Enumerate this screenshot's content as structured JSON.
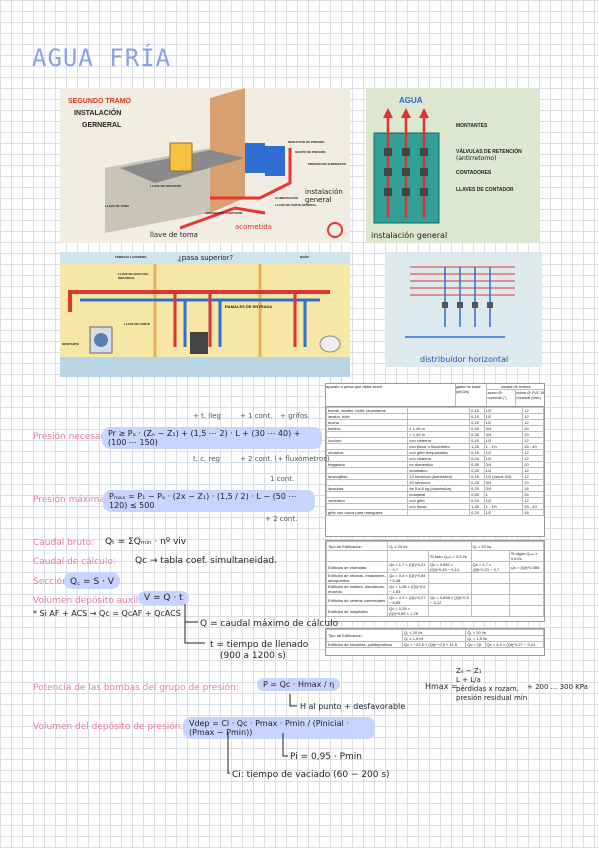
{
  "title": "AGUA FRÍA",
  "diagram1": {
    "heading": [
      "SEGUNDO TRAMO",
      "INSTALACIÓN",
      "GERNERAL"
    ],
    "labels": [
      "REDUCTOR DE PRESIÓN",
      "GRUPO DE PRESIÓN",
      "PRESIÓN DE SUMINISTRO",
      "ALIMENTACIÓN",
      "LLAVE DE CORTE GENERAL",
      "ARMARIO DE CONTADOR",
      "LLAVE DE REGISTRO",
      "LLAVE DE TOMA"
    ],
    "notes": [
      "instalación general",
      "acometida",
      "llave de toma"
    ]
  },
  "diagram2": {
    "heading": "AGUA",
    "labels": [
      "MONTANTES",
      "VÁLVULAS DE RETENCIÓN",
      "(antirretorno)",
      "CONTADORES",
      "LLAVES DE CONTADOR"
    ],
    "note": "instalación general"
  },
  "diagram3": {
    "labels": [
      "TERRAZA LAVADERO",
      "BAÑO",
      "RAMALES DE ENTRADA",
      "LLAVE DE PASO DEL INDIVIDUAL",
      "LLAVE DE CORTE",
      "MONTANTE"
    ],
    "note": "¿pasa superior?"
  },
  "diagram4": {
    "note": "distribuidor horizontal"
  },
  "table_main": {
    "header": [
      "",
      "",
      "gasto de base (dm3/s)",
      "caudal de enlace",
      "acero Ø nominal (\")",
      "cobre Ø PVC Ø nominal (mm)"
    ],
    "rows": [
      [
        "aparato o pieza que debe servir",
        "",
        "",
        "",
        ""
      ],
      [
        "fuente, lavabo, bidet, lavamanos",
        "",
        "0,10",
        "1/2",
        "12"
      ],
      [
        "lavabo, bidé",
        "",
        "0,10",
        "1/2",
        "12"
      ],
      [
        "ducha",
        "",
        "0,20",
        "1/2",
        "12"
      ],
      [
        "bañera",
        "≤ 1,40 m",
        "0,30",
        "3/4",
        "20"
      ],
      [
        "",
        "> 1,40 m",
        "0,30",
        "3/4",
        "20"
      ],
      [
        "inodoro",
        "con cisterna",
        "0,10",
        "1/2",
        "12"
      ],
      [
        "",
        "con fluxor o fluxómetro",
        "1,25",
        "1 - 1¼",
        "25 - 40"
      ],
      [
        "urinarios",
        "con grifo temporizado",
        "0,15",
        "1/2",
        "12"
      ],
      [
        "",
        "con cisterna",
        "0,04",
        "1/2",
        "12"
      ],
      [
        "fregadero",
        "no doméstico",
        "0,30",
        "3/4",
        "20"
      ],
      [
        "",
        "doméstico",
        "0,20",
        "1/2",
        "12"
      ],
      [
        "lavavajillas",
        "12 servicios (doméstico)",
        "0,15",
        "1/2 (rosca 3/4)",
        "12"
      ],
      [
        "",
        "20 servicios",
        "0,25",
        "3/4",
        "20"
      ],
      [
        "lavadora",
        "de 5 a 8 kg (doméstica)",
        "0,20",
        "3/4",
        "16"
      ],
      [
        "",
        "industrial",
        "0,60",
        "1",
        "25"
      ],
      [
        "vertedero",
        "con grifo",
        "0,20",
        "1/2",
        "12"
      ],
      [
        "",
        "con fluxor",
        "1,50",
        "1 - 1½",
        "25 - 40"
      ],
      [
        "grifo con rosca para manguera",
        "",
        "0,20",
        "1/2",
        "16"
      ]
    ]
  },
  "table_flow": {
    "cols": [
      "Tipo de Edificación",
      "Qₜ ≤ 20 l/s",
      "Si todo Qₘᵢₙ < 0,5 l/s",
      "Qₜ > 20 l/s",
      "Si algún Qₘᵢₙ ≥ 0,5 l/s"
    ],
    "rows": [
      [
        "Edificios de viviendas",
        "Qc = 1,7 × (Qt)^0,21 − 0,7",
        "Qc = 0,682 × (Qt)^0,45 − 0,14",
        "Qc = 1,7 × (Qt)^0,21 − 0,7",
        "Qc = (Qt)^0,366"
      ],
      [
        "Edificios de oficinas, estaciones, aeropuertos",
        "Qc = 0,4 × (Qt)^0,54 + 0,48",
        "",
        "",
        ""
      ],
      [
        "Edificios de hoteles, discotecas, museos",
        "Qc = 1,08 × (Qt)^0,5 − 1,83",
        "",
        "",
        ""
      ],
      [
        "Edificios de centros comerciales",
        "Qc = 4,3 × (Qt)^0,27 − 6,65",
        "Qc = 0,698 × (Qt)^0,5 − 0,12",
        "",
        ""
      ],
      [
        "Edificios de hospitales",
        "Qc = 0,25 × (Qt)^0,65 + 1,25",
        "",
        "",
        ""
      ]
    ]
  },
  "table_sport": {
    "cols": [
      "Tipo de Edificación",
      "Qₜ ≤ 20 l/s",
      "Qₜ > 20 l/s"
    ],
    "sub": [
      "",
      "Qₜ ≤ 1,5 l/s",
      "Qₜ > 1,5 l/s"
    ],
    "row": [
      "Edificios de escuelas, polideportivos",
      "Qc = −22,5 × (Qt)^−0,5 + 11,5",
      "Qc = Qt",
      "Qc = 4,4 × (Qt)^0,27 − 3,41"
    ]
  },
  "notes": {
    "presion_necesaria_label": "Presión necesaria:",
    "presion_necesaria_formula": "Pr ≥ Pₐ · (Zₙ − Z₁) + (1,5 ⋯ 2) · L + (30 ⋯ 40) + (100 ⋯ 150)",
    "above1": [
      "+ t. lleg",
      "+ 1 cont.",
      "+ grifos"
    ],
    "below1": [
      "t. c. reg",
      "+ 2 cont. (+ fluxómetros)"
    ],
    "presion_maxima_label": "Presión máxima:",
    "presion_maxima_formula": "Pₘₐₓ = P₁ − Pₐ · (2x − Z₁) · (1,5 / 2) · L − (50 ⋯ 120) ≤ 500",
    "above2": "1 cont.",
    "below2": "+ 2 cont.",
    "caudal_bruto_label": "Caudal bruto:",
    "caudal_bruto_formula": "Qₜ = ΣQₘᵢₙ · nº viv",
    "caudal_calculo_label": "Caudal de cálculo:",
    "caudal_calculo_formula": "Qc → tabla coef. simultaneidad.",
    "seccion_label": "Sección:",
    "seccion_formula": "Q꜀ = S · V",
    "volumen_aux_label": "Volumen depósito auxiliar:",
    "volumen_aux_formula": "V = Q · t",
    "si_line": "* Si AF + ACS → Qc = QcAF + QcACS",
    "q_note": "Q = caudal máximo de cálculo",
    "t_note1": "t = tiempo de llenado",
    "t_note2": "(900 a 1200 s)",
    "potencia_label": "Potencia de las bombas del grupo de presión:",
    "potencia_formula": "P = Qc · Hmax / η",
    "potencia_note": "H al punto + desfavorable",
    "hmax_label": "Hmax =",
    "hmax_lines": [
      "Zₙ − Z₁",
      "L + L/a",
      "pérdidas x rozam.",
      "presión residual mín"
    ],
    "hmax_tail": "+ 200 ... 300 KPa",
    "volumen_dep_label": "Volumen del depósito de presión:",
    "volumen_dep_formula": "Vdep = Ci · Qc · Pmax · Pmin / (Pinicial · (Pmax − Pmin))",
    "pi_note": "Pi = 0,95 · Pmin",
    "ci_note": "Ci: tiempo de vaciado (60 − 200 s)"
  },
  "colors": {
    "title": "#8aa0e8",
    "highlight": "#c7d4ff",
    "pink": "#e77ba8",
    "grid": "#d9dde6"
  }
}
